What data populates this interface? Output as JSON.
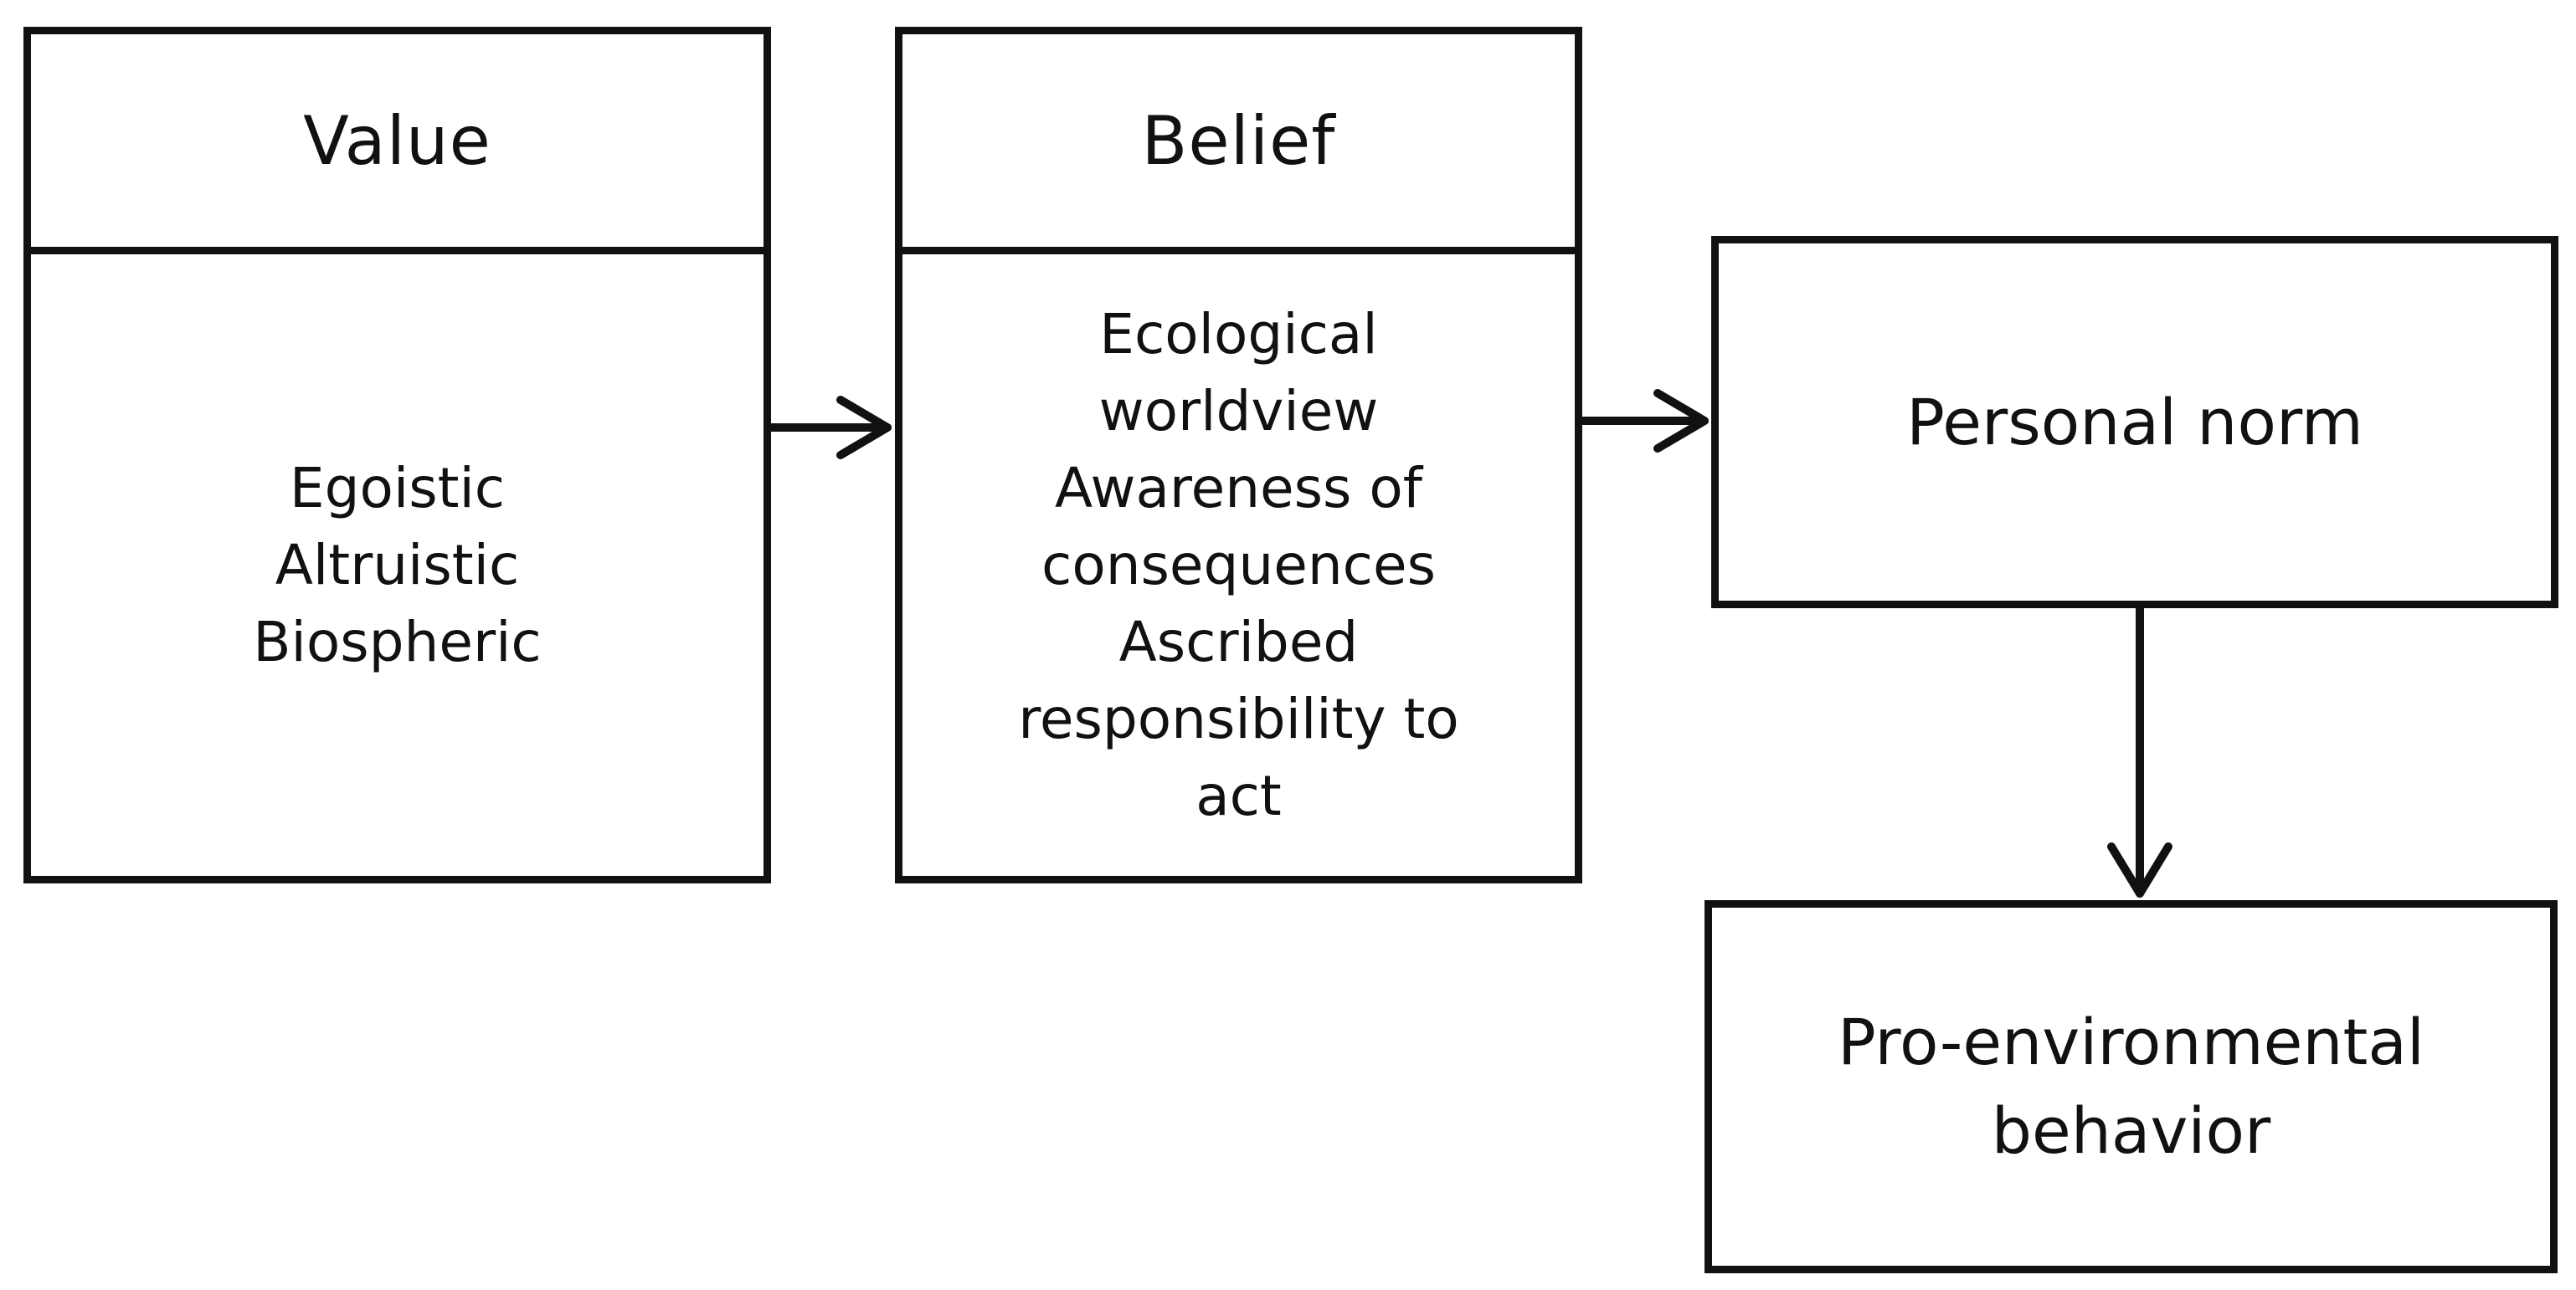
{
  "boxes": {
    "value": {
      "header": "Value",
      "items": [
        "Egoistic",
        "Altruistic",
        "Biospheric"
      ]
    },
    "belief": {
      "header": "Belief",
      "items": [
        "Ecological",
        "worldview",
        "Awareness of",
        "consequences",
        "Ascribed",
        "responsibility to",
        "act"
      ]
    },
    "personal_norm": {
      "label": "Personal norm"
    },
    "behavior": {
      "lines": [
        "Pro-environmental",
        "behavior"
      ]
    }
  },
  "colors": {
    "stroke": "#111111",
    "background": "#ffffff"
  }
}
